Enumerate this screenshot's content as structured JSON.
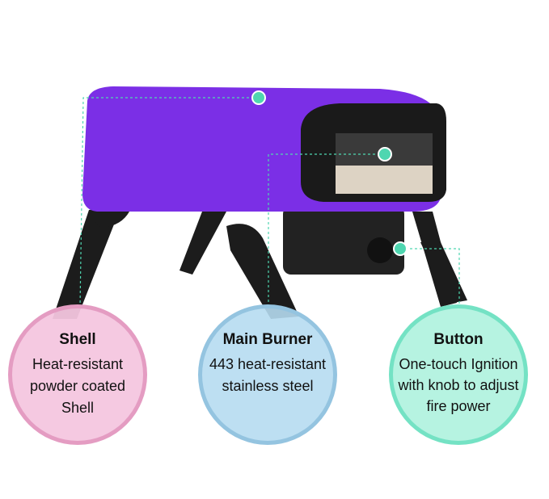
{
  "colors": {
    "body": "#7b2fe6",
    "shell": "#f4c6df",
    "shell_border": "#e49cc2",
    "burner": "#b6dcf1",
    "burner_border": "#94c4e0",
    "button": "#b2f2df",
    "button_border": "#74e2c4",
    "marker": "#4fd6b0"
  },
  "callouts": [
    {
      "title": "Shell",
      "desc": "Heat-resistant powder coated Shell"
    },
    {
      "title": "Main Burner",
      "desc": "443 heat-resistant stainless steel"
    },
    {
      "title": "Button",
      "desc": "One-touch Ignition with knob to adjust fire power"
    }
  ]
}
